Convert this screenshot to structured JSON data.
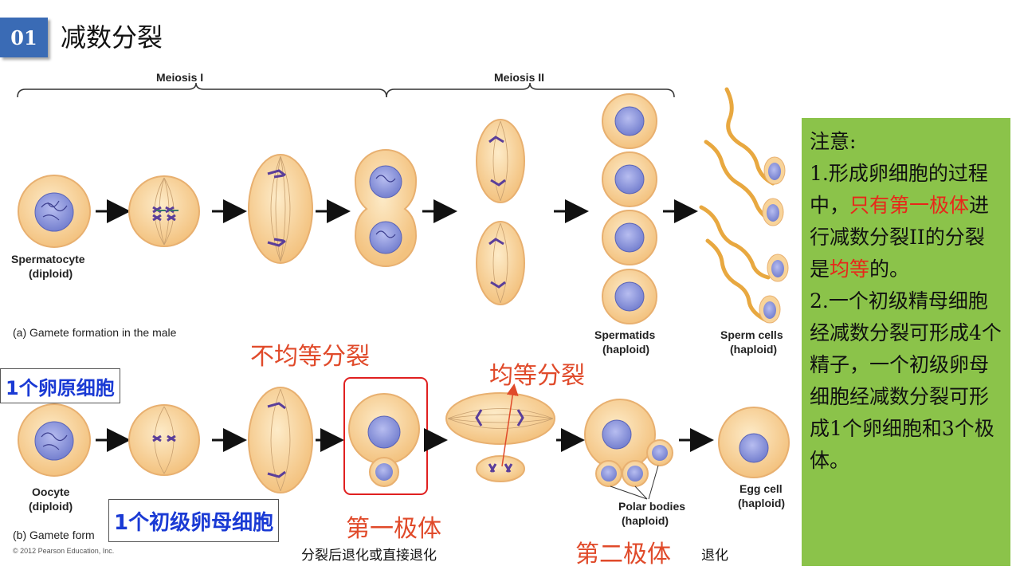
{
  "header": {
    "number": "01",
    "title": "减数分裂"
  },
  "phases": {
    "meiosis1": "Meiosis I",
    "meiosis2": "Meiosis II"
  },
  "male": {
    "caption": "(a) Gamete formation in the male",
    "spermatocyte": "Spermatocyte",
    "spermatocyte_ploidy": "(diploid)",
    "spermatids": "Spermatids",
    "spermatids_ploidy": "(haploid)",
    "sperm_cells": "Sperm cells",
    "sperm_ploidy": "(haploid)"
  },
  "female": {
    "caption": "(b) Gamete form",
    "oocyte": "Oocyte",
    "oocyte_ploidy": "(diploid)",
    "polar_bodies": "Polar bodies",
    "polar_ploidy": "(haploid)",
    "egg_cell": "Egg cell",
    "egg_ploidy": "(haploid)"
  },
  "copyright": "© 2012 Pearson Education, Inc.",
  "annotations": {
    "unequal_division": "不均等分裂",
    "equal_division": "均等分裂",
    "oogonium": "1个卵原细胞",
    "primary_oocyte": "1个初级卵母细胞",
    "first_polar_body": "第一极体",
    "second_polar_body": "第二极体",
    "degenerate_after": "分裂后退化或直接退化",
    "degenerate": "退化"
  },
  "note": {
    "heading": "注意:",
    "p1a": "1.形成卵细胞的过程中，",
    "p1_red1": "只有第一极体",
    "p1b": "进行减数分裂II的分裂是",
    "p1_red2": "均等",
    "p1c": "的。",
    "p2": "2.一个初级精母细胞经减数分裂可形成4个精子，一个初级卵母细胞经减数分裂可形成1个卵细胞和3个极体。"
  },
  "colors": {
    "cell": "#f8d49a",
    "cell_edge": "#e8b070",
    "nucleus": "#8a93d8",
    "accent_red": "#e04a2a",
    "note_bg": "#8bc34a"
  }
}
